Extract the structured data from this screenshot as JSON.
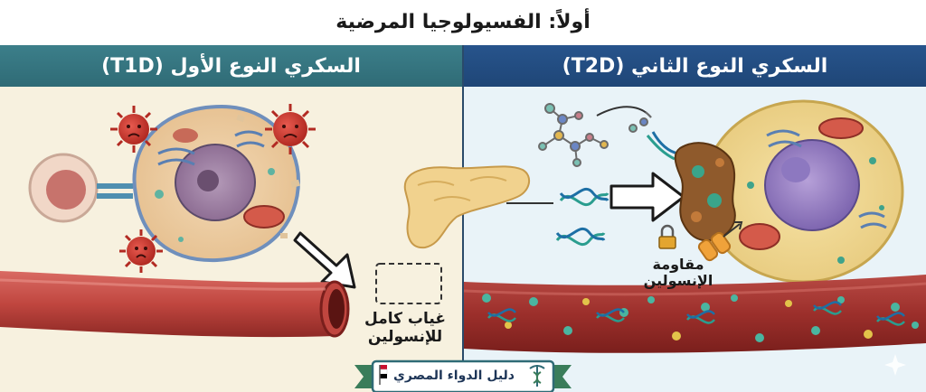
{
  "page_title": "أولاً: الفسيولوجيا المرضية",
  "left_panel": {
    "header": "السكري النوع الأول (T1D)",
    "absence_label_line1": "غياب كامل",
    "absence_label_line2": "للإنسولين",
    "colors": {
      "header": "#2f6b76",
      "background": "#f7f1df"
    }
  },
  "right_panel": {
    "header": "السكري النوع الثاني (T2D)",
    "resistance_label_line1": "مقاومة",
    "resistance_label_line2": "الإنسولين",
    "colors": {
      "header": "#1f4677",
      "background": "#e9f3f8"
    }
  },
  "footer": {
    "banner_text": "دليل الدواء المصري",
    "icons": [
      "egypt-flag-icon",
      "caduceus-icon"
    ]
  },
  "icons": [
    "virus-icon",
    "angry-face-icon",
    "lock-icon",
    "dna-icon",
    "pancreas-icon",
    "arrow-icon",
    "sparkle-icon"
  ]
}
